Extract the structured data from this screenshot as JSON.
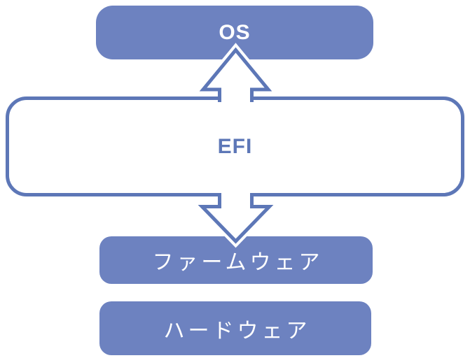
{
  "colors": {
    "background": "#ffffff",
    "box_fill": "#6d82c0",
    "outline": "#5d77b7",
    "label_on_fill": "#ffffff",
    "efi_label": "#5d77b7"
  },
  "boxes": {
    "os": {
      "label": "OS"
    },
    "efi": {
      "label": "EFI"
    },
    "firmware": {
      "label": "ファームウェア"
    },
    "hardware": {
      "label": "ハードウェア"
    }
  },
  "arrows": {
    "up": "up-block-arrow",
    "down": "down-block-arrow"
  }
}
